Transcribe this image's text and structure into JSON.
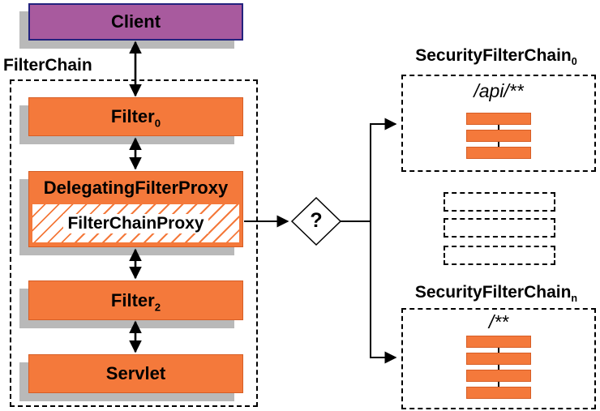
{
  "client": {
    "label": "Client"
  },
  "filterchain": {
    "title": "FilterChain",
    "boxes": {
      "filter0": {
        "base": "Filter",
        "sub": "0"
      },
      "dfp": {
        "title": "DelegatingFilterProxy",
        "inner": "FilterChainProxy"
      },
      "filter2": {
        "base": "Filter",
        "sub": "2"
      },
      "servlet": {
        "label": "Servlet"
      }
    }
  },
  "decision": {
    "label": "?"
  },
  "chains": {
    "chain0": {
      "title_base": "SecurityFilterChain",
      "title_sub": "0",
      "pattern": "/api/**",
      "bars": 3
    },
    "chainN": {
      "title_base": "SecurityFilterChain",
      "title_sub": "n",
      "pattern": "/**",
      "bars": 4
    },
    "placeholder_count": 3
  },
  "colors": {
    "orange": "#f4793b",
    "orange_border": "#d65e26",
    "purple": "#a85a9e",
    "purple_border": "#23227e",
    "shadow": "#b9b9b9",
    "line": "#000000"
  }
}
